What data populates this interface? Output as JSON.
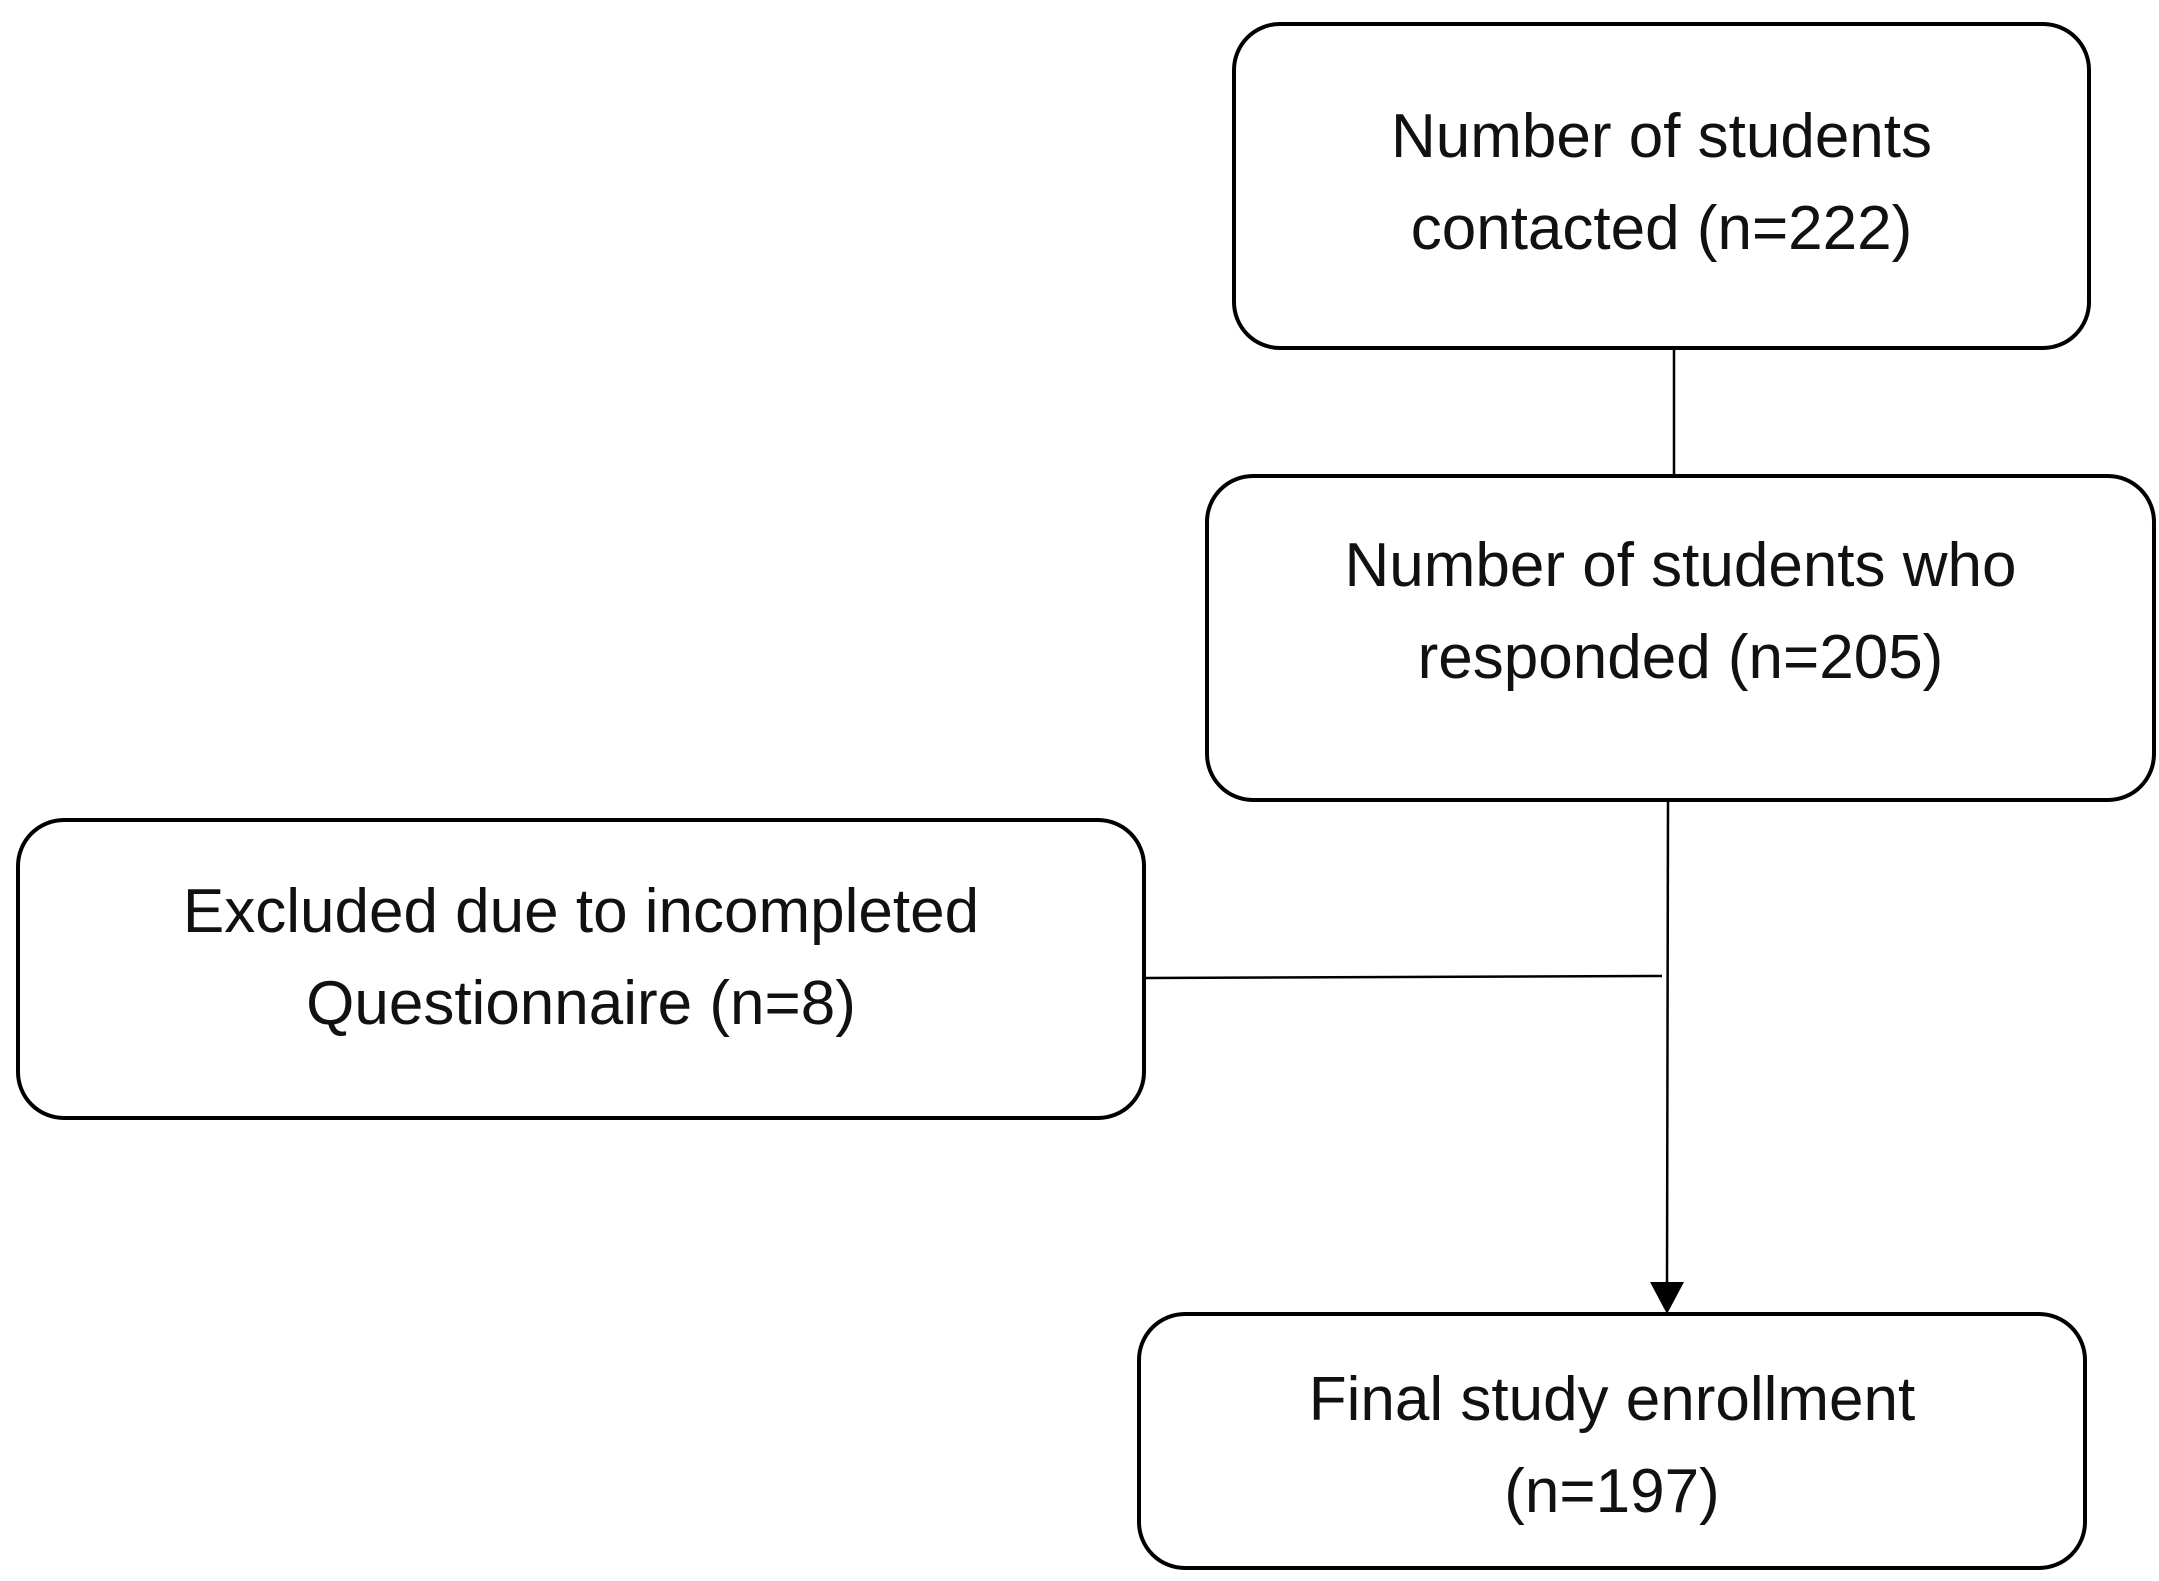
{
  "flowchart": {
    "contacted": {
      "line1": "Number of students",
      "line2": "contacted (n=222)"
    },
    "responded": {
      "line1": "Number of students who",
      "line2": "responded (n=205)"
    },
    "excluded": {
      "line1": "Excluded due to incompleted",
      "line2": "Questionnaire (n=8)"
    },
    "final": {
      "line1": "Final study enrollment",
      "line2": "(n=197)"
    }
  }
}
